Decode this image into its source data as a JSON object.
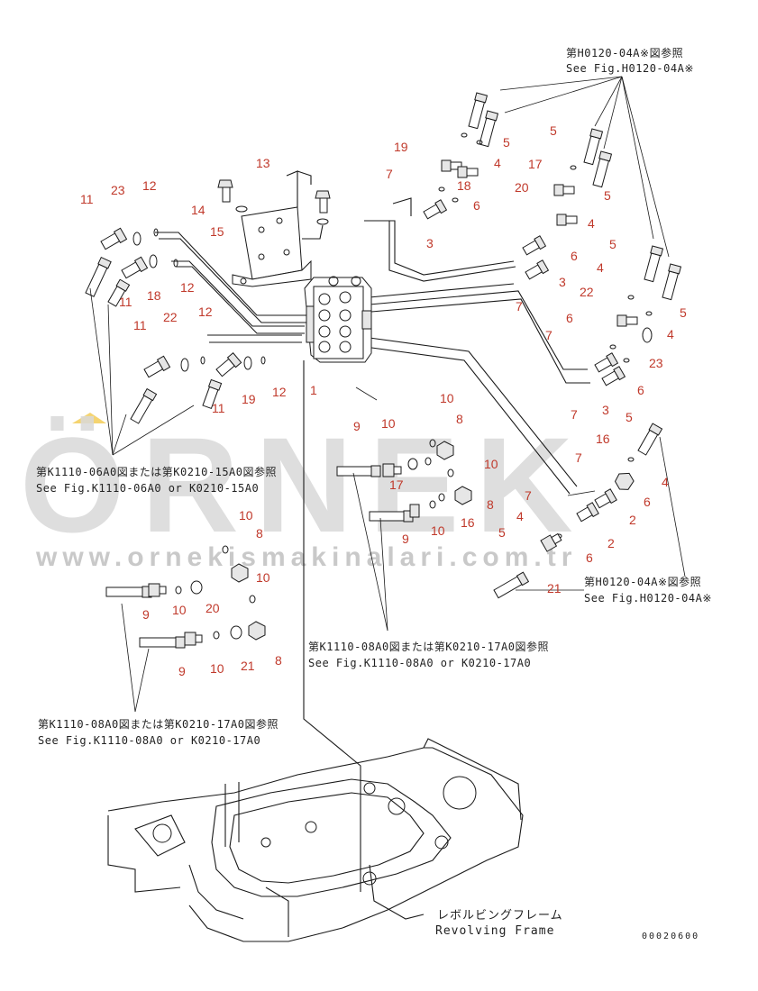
{
  "watermark": {
    "brand": "ÖRNEK",
    "url": "www.ornekismakinalari.com.tr"
  },
  "references": {
    "ref_top_jp": "第H0120-04A※図参照",
    "ref_top_en": "See Fig.H0120-04A※",
    "ref_right_jp": "第H0120-04A※図参照",
    "ref_right_en": "See Fig.H0120-04A※",
    "ref_left_jp": "第K1110-06A0図または第K0210-15A0図参照",
    "ref_left_en": "See Fig.K1110-06A0 or K0210-15A0",
    "ref_center_jp": "第K1110-08A0図または第K0210-17A0図参照",
    "ref_center_en": "See Fig.K1110-08A0 or K0210-17A0",
    "ref_bottom_jp": "第K1110-08A0図または第K0210-17A0図参照",
    "ref_bottom_en": "See Fig.K1110-08A0 or K0210-17A0"
  },
  "frame": {
    "label_jp": "レボルビングフレーム",
    "label_en": "Revolving Frame"
  },
  "drawing_code": "00020600",
  "callouts": {
    "c1": "1",
    "c2a": "2",
    "c2b": "2",
    "c3a": "3",
    "c3b": "3",
    "c3c": "3",
    "c4a": "4",
    "c4b": "4",
    "c4c": "4",
    "c4d": "4",
    "c4e": "4",
    "c4f": "4",
    "c5a": "5",
    "c5b": "5",
    "c5c": "5",
    "c5d": "5",
    "c5e": "5",
    "c5f": "5",
    "c5g": "5",
    "c6a": "6",
    "c6b": "6",
    "c6c": "6",
    "c6d": "6",
    "c6e": "6",
    "c6f": "6",
    "c7a": "7",
    "c7b": "7",
    "c7c": "7",
    "c7d": "7",
    "c7e": "7",
    "c7f": "7",
    "c8a": "8",
    "c8b": "8",
    "c8c": "8",
    "c8d": "8",
    "c9a": "9",
    "c9b": "9",
    "c9c": "9",
    "c9d": "9",
    "c10a": "10",
    "c10b": "10",
    "c10c": "10",
    "c10d": "10",
    "c10e": "10",
    "c10f": "10",
    "c10g": "10",
    "c10h": "10",
    "c11a": "11",
    "c11b": "11",
    "c11c": "11",
    "c11d": "11",
    "c12a": "12",
    "c12b": "12",
    "c12c": "12",
    "c12d": "12",
    "c13": "13",
    "c14": "14",
    "c15": "15",
    "c16a": "16",
    "c16b": "16",
    "c17a": "17",
    "c17b": "17",
    "c18a": "18",
    "c18b": "18",
    "c19a": "19",
    "c19b": "19",
    "c20a": "20",
    "c20b": "20",
    "c21a": "21",
    "c21b": "21",
    "c22a": "22",
    "c22b": "22",
    "c23a": "23",
    "c23b": "23"
  }
}
